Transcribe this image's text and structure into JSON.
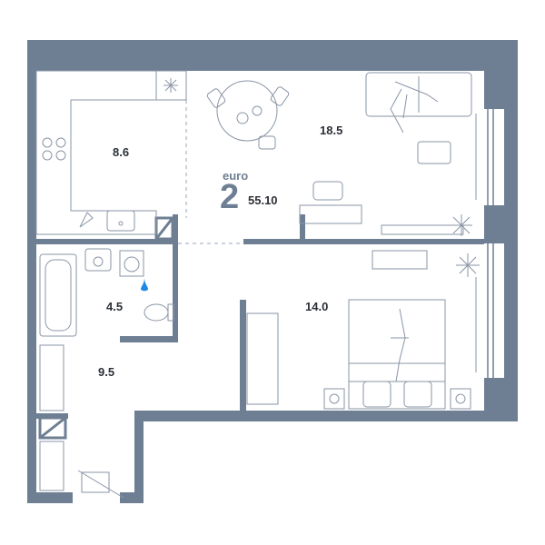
{
  "plan": {
    "wall_color": "#6e7f94",
    "furniture_color": "#8a96a6",
    "type_label": "euro",
    "rooms_count": "2",
    "total_area": "55.10"
  },
  "areas": {
    "kitchen": "8.6",
    "living": "18.5",
    "bathroom": "4.5",
    "hall": "9.5",
    "bedroom": "14.0"
  }
}
